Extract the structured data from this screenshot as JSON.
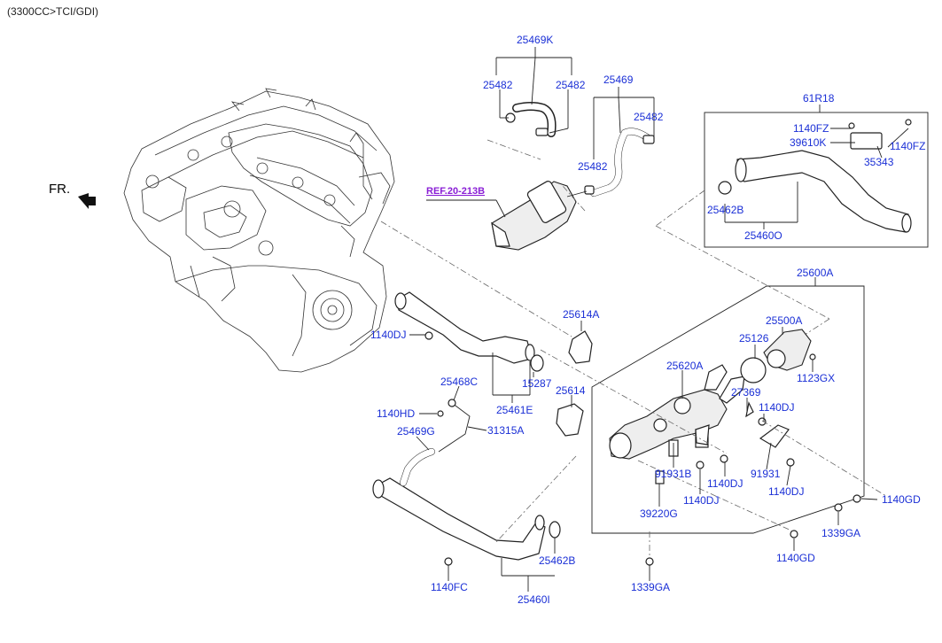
{
  "header": {
    "subtitle": "(3300CC>TCI/GDI)"
  },
  "orientation": {
    "label": "FR."
  },
  "reference": {
    "label": "REF.20-213B"
  },
  "callouts": {
    "c25469K": "25469K",
    "c25482a": "25482",
    "c25482b": "25482",
    "c25469": "25469",
    "c25482c": "25482",
    "c25482d": "25482",
    "c61R18": "61R18",
    "c1140FZa": "1140FZ",
    "c39610K": "39610K",
    "c1140FZb": "1140FZ",
    "c35343": "35343",
    "c25462Ba": "25462B",
    "c25460O": "25460O",
    "c25600A": "25600A",
    "c25614A": "25614A",
    "c1140DJa": "1140DJ",
    "c25500A": "25500A",
    "c25126": "25126",
    "c15287": "15287",
    "c1123GX": "1123GX",
    "c25468C": "25468C",
    "c25620A": "25620A",
    "c25614": "25614",
    "c27369": "27369",
    "c25461E": "25461E",
    "c1140HD": "1140HD",
    "c1140DJb": "1140DJ",
    "c31315A": "31315A",
    "c25469G": "25469G",
    "c91931B": "91931B",
    "c91931": "91931",
    "c1140DJc": "1140DJ",
    "c1140DJd": "1140DJ",
    "c1140DJe": "1140DJ",
    "c1140GDa": "1140GD",
    "c39220G": "39220G",
    "c1339GAa": "1339GA",
    "c25462Bb": "25462B",
    "c1140GDb": "1140GD",
    "c1140FC": "1140FC",
    "c1339GAb": "1339GA",
    "c25460I": "25460I"
  },
  "colors": {
    "callout": "#1a2fd6",
    "reference": "#8a1fd6",
    "linework": "#222222"
  }
}
